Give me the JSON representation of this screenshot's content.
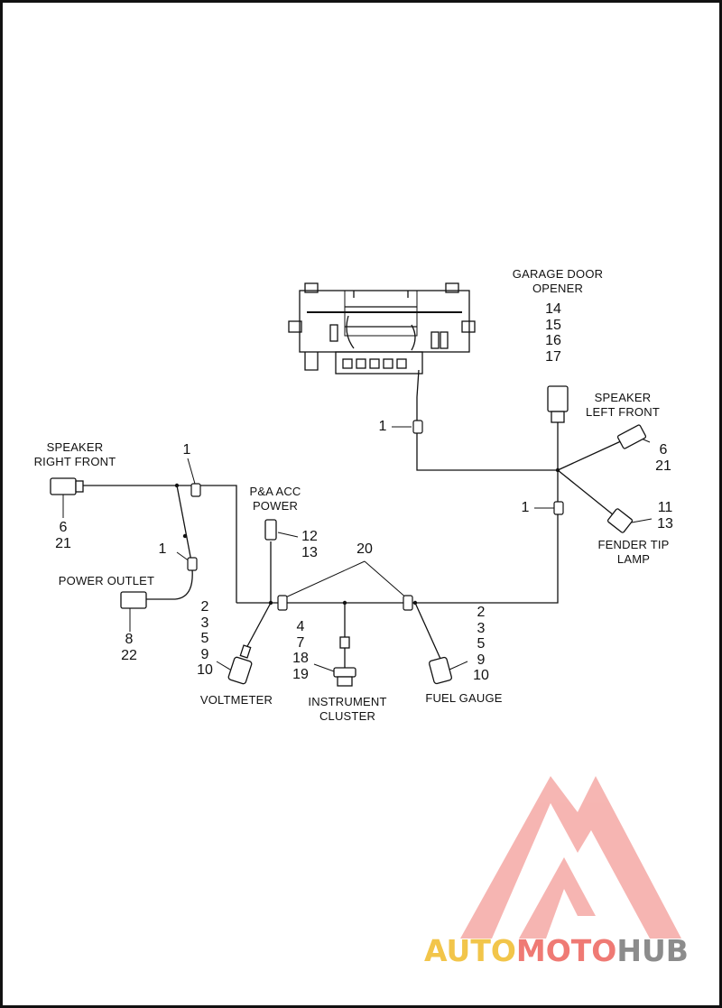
{
  "labels": {
    "garage_door_opener": {
      "line1": "GARAGE DOOR",
      "line2": "OPENER"
    },
    "speaker_left_front": {
      "line1": "SPEAKER",
      "line2": "LEFT FRONT"
    },
    "speaker_right_front": {
      "line1": "SPEAKER",
      "line2": "RIGHT FRONT"
    },
    "pa_acc_power": {
      "line1": "P&A ACC",
      "line2": "POWER"
    },
    "power_outlet": "POWER OUTLET",
    "fender_tip_lamp": {
      "line1": "FENDER TIP",
      "line2": "LAMP"
    },
    "voltmeter": "VOLTMETER",
    "instrument_cluster": {
      "line1": "INSTRUMENT",
      "line2": "CLUSTER"
    },
    "fuel_gauge": "FUEL GAUGE"
  },
  "callouts": {
    "garage_door": [
      "14",
      "15",
      "16",
      "17"
    ],
    "clip_top": "1",
    "speaker_left": [
      "6",
      "21"
    ],
    "fender_tip": [
      "11",
      "13"
    ],
    "clip_right": "1",
    "clip_left_top": "1",
    "clip_left_mid": "1",
    "speaker_right": [
      "6",
      "21"
    ],
    "pa_acc": [
      "12",
      "13"
    ],
    "harness": "20",
    "power_outlet": [
      "8",
      "22"
    ],
    "voltmeter": [
      "2",
      "3",
      "5",
      "9",
      "10"
    ],
    "instrument_cluster": [
      "4",
      "7",
      "18",
      "19"
    ],
    "fuel_gauge": [
      "2",
      "3",
      "5",
      "9",
      "10"
    ]
  },
  "watermark": {
    "part1": "AUTO",
    "part2": "MOTO",
    "part3": "HUB",
    "colors": {
      "yellow": "#f2c54a",
      "red": "#ef7a74",
      "gray": "#8c8c8c"
    }
  }
}
